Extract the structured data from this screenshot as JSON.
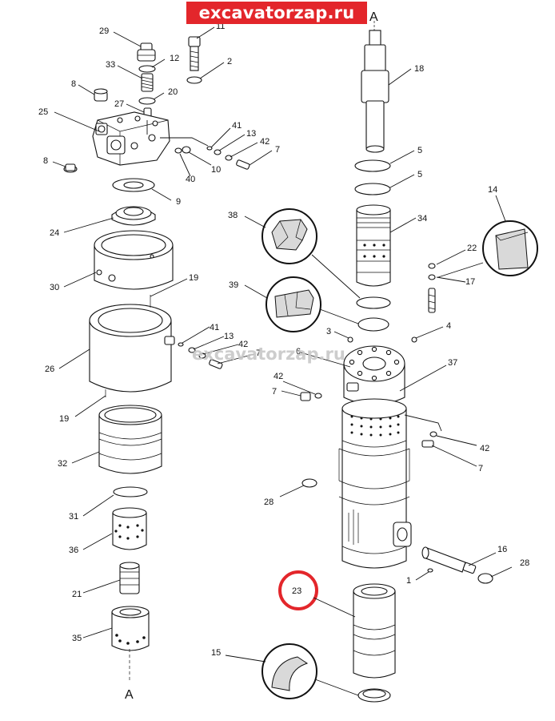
{
  "banner": "excavatorzap.ru",
  "watermark": "excavatorzap.ru",
  "section_marks": {
    "top": "A",
    "bottom": "A"
  },
  "highlight_color": "#e3262b",
  "callouts": [
    {
      "id": "c29",
      "label": "29"
    },
    {
      "id": "c11",
      "label": "11"
    },
    {
      "id": "c12",
      "label": "12"
    },
    {
      "id": "c2",
      "label": "2"
    },
    {
      "id": "c33",
      "label": "33"
    },
    {
      "id": "c8a",
      "label": "8"
    },
    {
      "id": "c20",
      "label": "20"
    },
    {
      "id": "c27",
      "label": "27"
    },
    {
      "id": "c25",
      "label": "25"
    },
    {
      "id": "c41a",
      "label": "41"
    },
    {
      "id": "c13a",
      "label": "13"
    },
    {
      "id": "c42a",
      "label": "42"
    },
    {
      "id": "c7a",
      "label": "7"
    },
    {
      "id": "c8b",
      "label": "8"
    },
    {
      "id": "c40",
      "label": "40"
    },
    {
      "id": "c10",
      "label": "10"
    },
    {
      "id": "c9",
      "label": "9"
    },
    {
      "id": "c24",
      "label": "24"
    },
    {
      "id": "c30",
      "label": "30"
    },
    {
      "id": "c19a",
      "label": "19"
    },
    {
      "id": "c41b",
      "label": "41"
    },
    {
      "id": "c13b",
      "label": "13"
    },
    {
      "id": "c42b",
      "label": "42"
    },
    {
      "id": "c7b",
      "label": "7"
    },
    {
      "id": "c26",
      "label": "26"
    },
    {
      "id": "c19b",
      "label": "19"
    },
    {
      "id": "c32",
      "label": "32"
    },
    {
      "id": "c31",
      "label": "31"
    },
    {
      "id": "c36",
      "label": "36"
    },
    {
      "id": "c21",
      "label": "21"
    },
    {
      "id": "c35",
      "label": "35"
    },
    {
      "id": "c18",
      "label": "18"
    },
    {
      "id": "c5a",
      "label": "5"
    },
    {
      "id": "c5b",
      "label": "5"
    },
    {
      "id": "c14",
      "label": "14"
    },
    {
      "id": "c38",
      "label": "38"
    },
    {
      "id": "c34",
      "label": "34"
    },
    {
      "id": "c22",
      "label": "22"
    },
    {
      "id": "c17",
      "label": "17"
    },
    {
      "id": "c39",
      "label": "39"
    },
    {
      "id": "c3",
      "label": "3"
    },
    {
      "id": "c4",
      "label": "4"
    },
    {
      "id": "c6",
      "label": "6"
    },
    {
      "id": "c37",
      "label": "37"
    },
    {
      "id": "c42c",
      "label": "42"
    },
    {
      "id": "c7c",
      "label": "7"
    },
    {
      "id": "c42d",
      "label": "42"
    },
    {
      "id": "c7d",
      "label": "7"
    },
    {
      "id": "c28a",
      "label": "28"
    },
    {
      "id": "c16",
      "label": "16"
    },
    {
      "id": "c28b",
      "label": "28"
    },
    {
      "id": "c1",
      "label": "1"
    },
    {
      "id": "c23",
      "label": "23"
    },
    {
      "id": "c15",
      "label": "15"
    }
  ]
}
